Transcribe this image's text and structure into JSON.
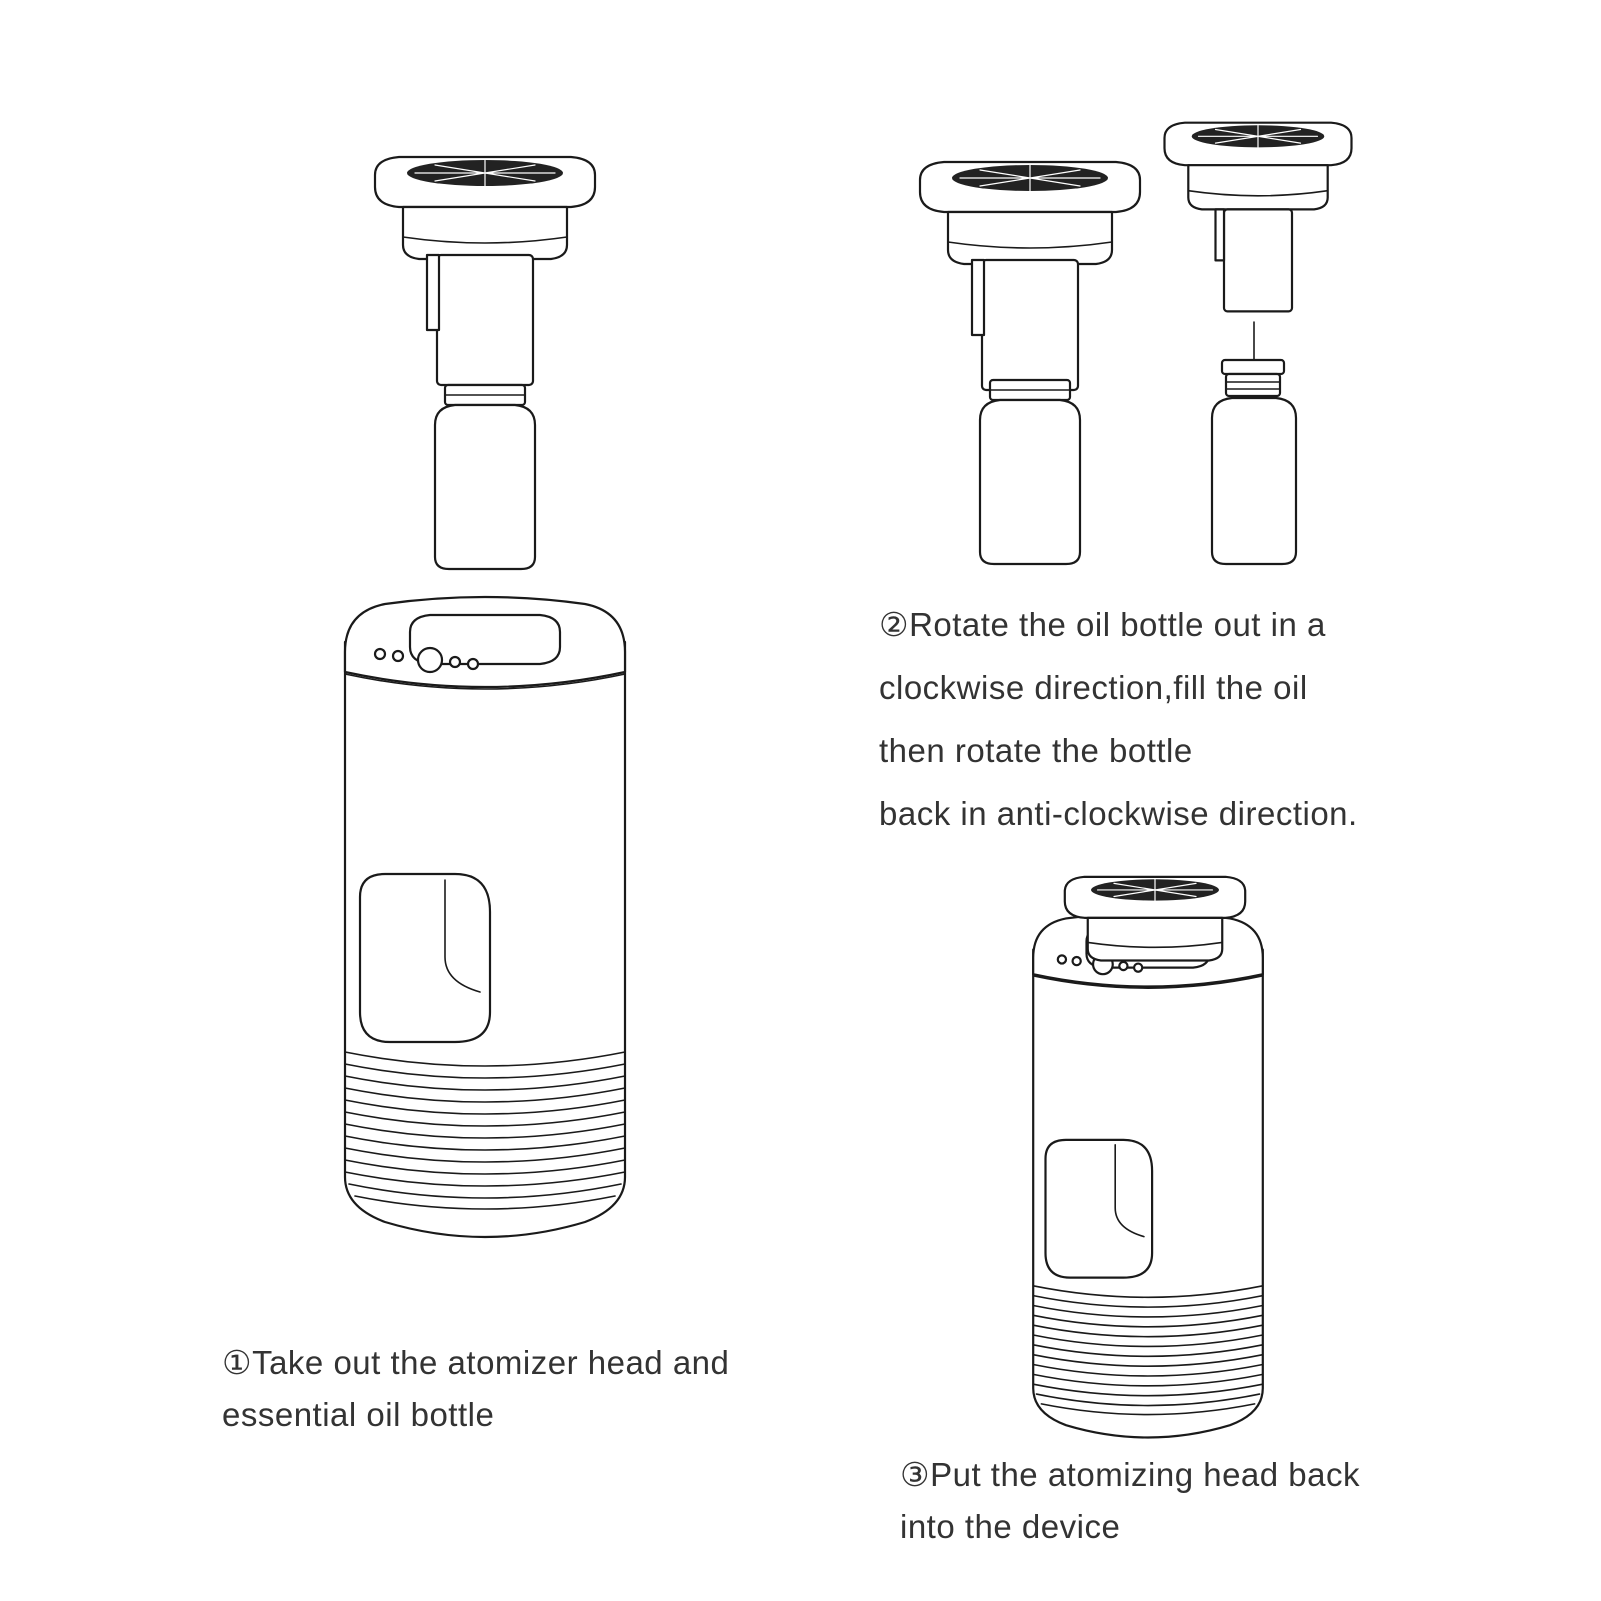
{
  "steps": [
    {
      "lines": [
        "①Take out the atomizer head and",
        "essential oil bottle"
      ]
    },
    {
      "lines": [
        "②Rotate the oil bottle out in a",
        "clockwise direction,fill the oil",
        "then rotate the bottle",
        "back in anti-clockwise direction."
      ]
    },
    {
      "lines": [
        "③Put the atomizing head back",
        "into the device"
      ]
    }
  ],
  "colors": {
    "ink": "#1a1a1a",
    "text": "#333333",
    "background": "#ffffff"
  }
}
